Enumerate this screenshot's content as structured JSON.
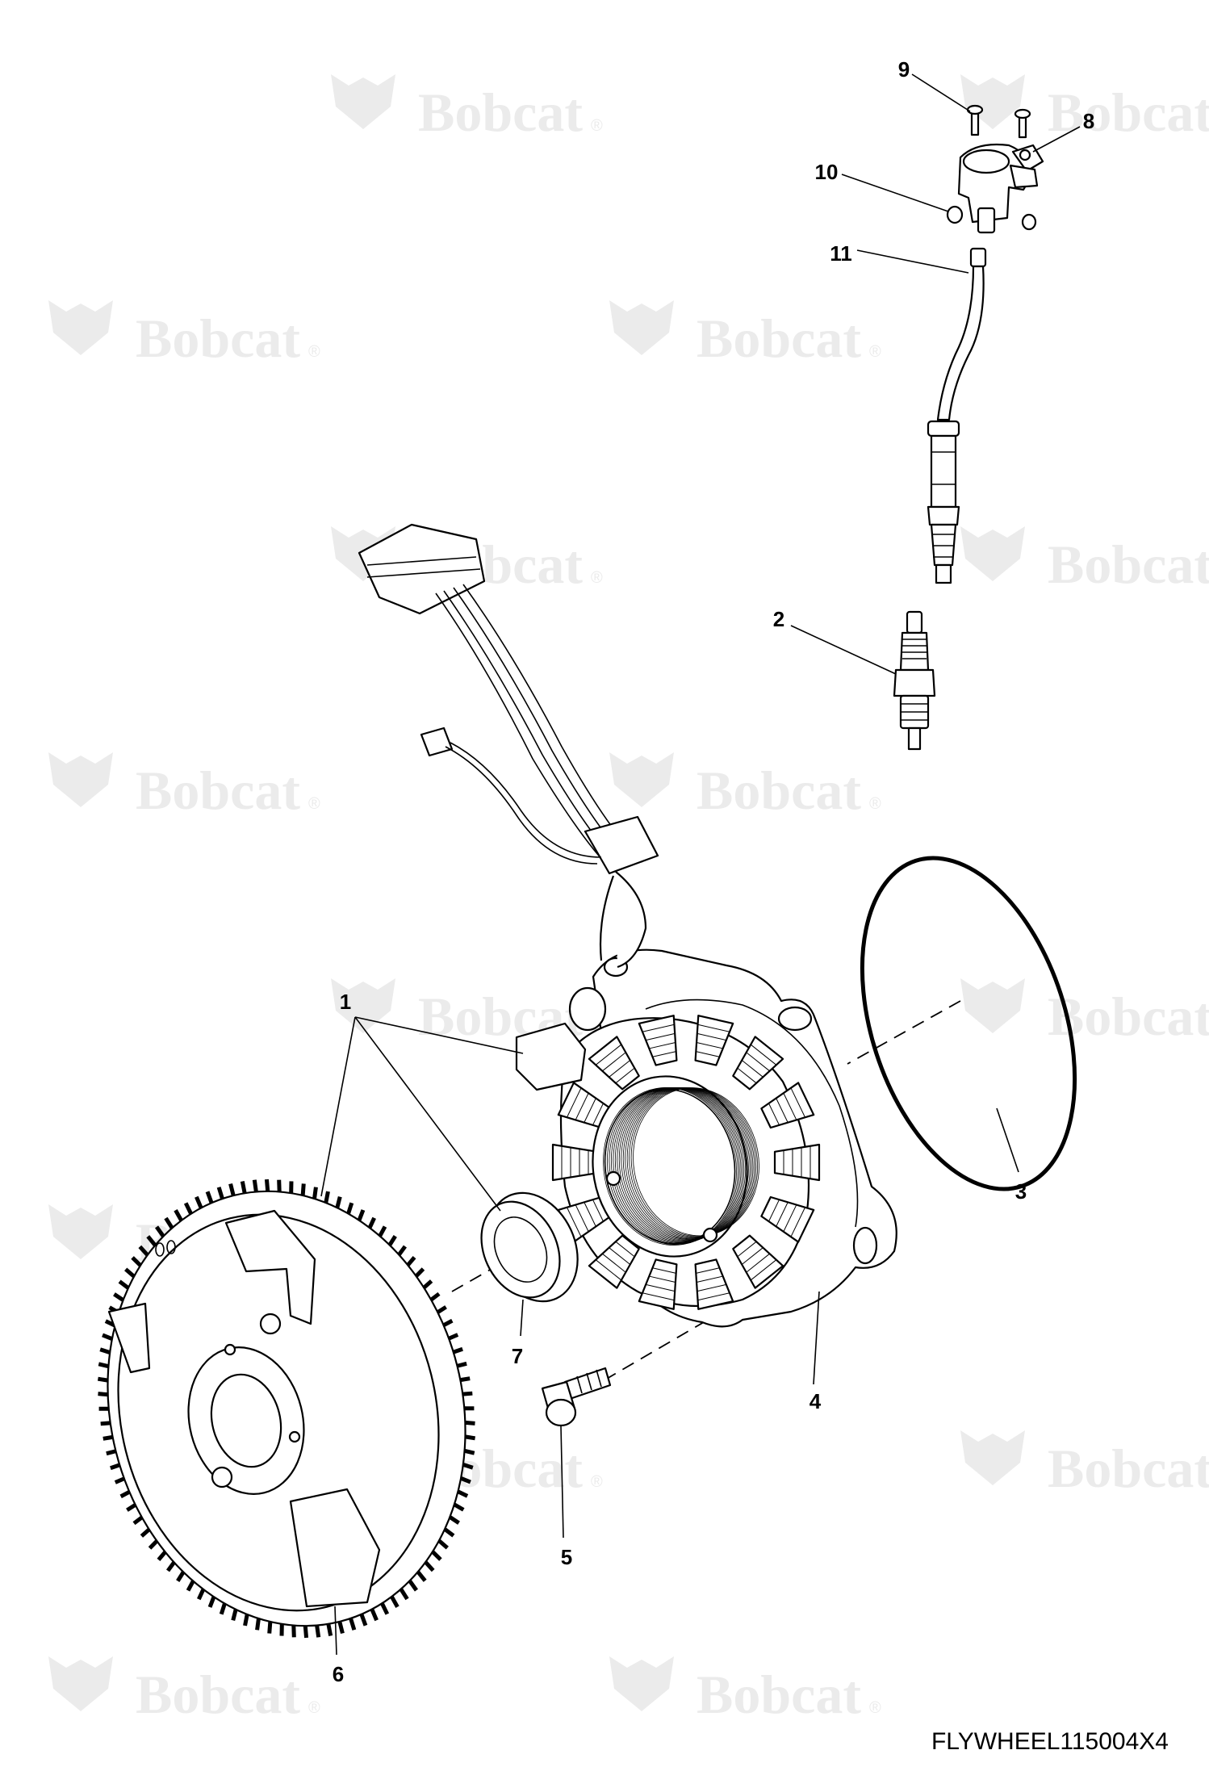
{
  "watermark": {
    "text": "Bobcat",
    "mark": "®"
  },
  "drawing_code": "FLYWHEEL115004X4",
  "callouts": [
    {
      "id": "1",
      "label": "1"
    },
    {
      "id": "2",
      "label": "2"
    },
    {
      "id": "3",
      "label": "3"
    },
    {
      "id": "4",
      "label": "4"
    },
    {
      "id": "5",
      "label": "5"
    },
    {
      "id": "6",
      "label": "6"
    },
    {
      "id": "7",
      "label": "7"
    },
    {
      "id": "8",
      "label": "8"
    },
    {
      "id": "9",
      "label": "9"
    },
    {
      "id": "10",
      "label": "10"
    },
    {
      "id": "11",
      "label": "11"
    }
  ]
}
